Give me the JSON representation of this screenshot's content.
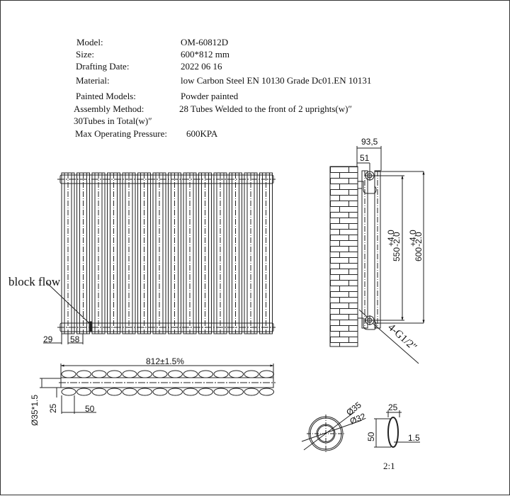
{
  "specs": {
    "model": {
      "label": "Model:",
      "value": "OM-60812D"
    },
    "size": {
      "label": "Size:",
      "value": "600*812 mm"
    },
    "drafting_date": {
      "label": "Drafting Date:",
      "value": "2022 06 16"
    },
    "material": {
      "label": "Material:",
      "value": "low Carbon Steel  EN 10130 Grade Dc01.EN 10131"
    },
    "painted_models": {
      "label": "Painted Models:",
      "value": "Powder painted"
    },
    "assembly_method": {
      "label": "Assembly Method:",
      "value": "28 Tubes Welded to the front of 2 uprights(w)″"
    },
    "total_tubes": "30Tubes in Total(w)″",
    "max_pressure": {
      "label": "Max Operating Pressure:",
      "value": "600KPA"
    }
  },
  "front_view": {
    "tube_count": 14,
    "annotation": "block flow",
    "dim_left": "29",
    "dim_spacing": "58"
  },
  "side_view": {
    "depth_total": "93,5",
    "depth_wall": "51",
    "height_centres": {
      "nominal": "550",
      "upper_tol": "+4.0",
      "lower_tol": "-2.0"
    },
    "height_total": {
      "nominal": "600",
      "upper_tol": "+4.0",
      "lower_tol": "-2.0"
    },
    "connection": "4-G1/2″"
  },
  "top_view": {
    "width": "812±1.5%",
    "tube_spec": "Ø35*1.5",
    "row_offset": "25",
    "tube_pitch": "50",
    "tubes_per_row": 14
  },
  "section_detail": {
    "outer_diameter": "Ø35",
    "inner_diameter": "Ø32",
    "oval_width": "25",
    "oval_height": "50",
    "wall_thickness": "1.5",
    "scale": "2:1"
  }
}
